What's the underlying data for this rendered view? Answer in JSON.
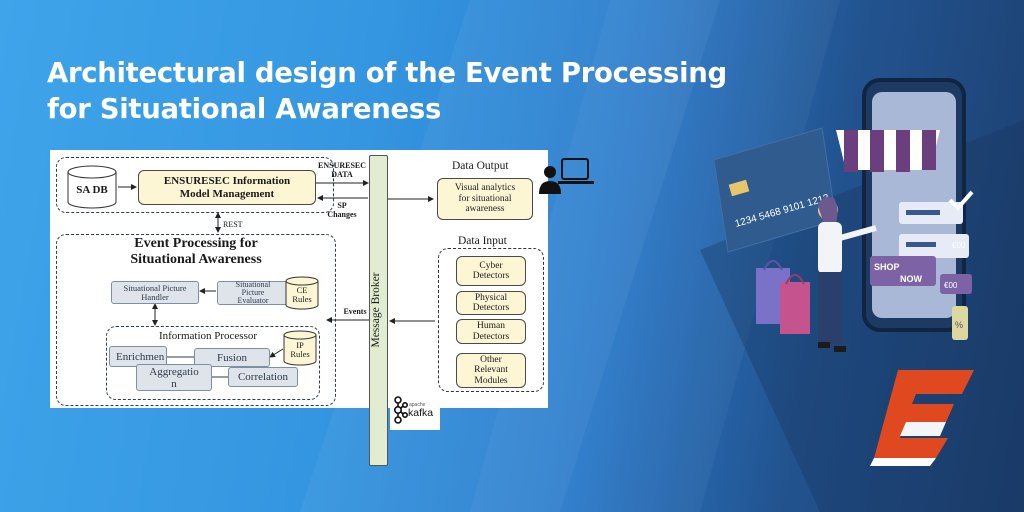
{
  "title": {
    "line1": "Architectural design of the Event Processing",
    "line2": "for Situational Awareness"
  },
  "diagram": {
    "sa_db": "SA DB",
    "info_model_line1": "ENSURESEC Information",
    "info_model_line2": "Model Management",
    "ensuresec_data_line1": "ENSURESEC",
    "ensuresec_data_line2": "DATA",
    "sp_changes_line1": "SP",
    "sp_changes_line2": "Changes",
    "rest": "REST",
    "event_processing_line1": "Event Processing for",
    "event_processing_line2": "Situational Awareness",
    "sp_handler_line1": "Situational Picture",
    "sp_handler_line2": "Handler",
    "sp_evaluator_line1": "Situational",
    "sp_evaluator_line2": "Picture",
    "sp_evaluator_line3": "Evaluator",
    "ce_rules_line1": "CE",
    "ce_rules_line2": "Rules",
    "information_processor": "Information Processor",
    "ip_rules_line1": "IP",
    "ip_rules_line2": "Rules",
    "enrichment": "Enrichmen",
    "fusion": "Fusion",
    "aggregation_line1": "Aggregatio",
    "aggregation_line2": "n",
    "correlation": "Correlation",
    "events": "Events",
    "message_broker": "Message Broker",
    "data_output": "Data Output",
    "visual_analytics_line1": "Visual analytics",
    "visual_analytics_line2": "for situational",
    "visual_analytics_line3": "awareness",
    "data_input": "Data Input",
    "cyber_line1": "Cyber",
    "cyber_line2": "Detectors",
    "physical_line1": "Physical",
    "physical_line2": "Detectors",
    "human_line1": "Human",
    "human_line2": "Detectors",
    "other_line1": "Other",
    "other_line2": "Relevant",
    "other_line3": "Modules",
    "kafka_small": "apache",
    "kafka": "kafka"
  },
  "illustration": {
    "card_number": "1234 5468 9101 1213",
    "shop_now_line1": "SHOP",
    "shop_now_line2": "NOW",
    "price1": "€00",
    "price2": "€00",
    "tag": "%"
  },
  "colors": {
    "cream": "#fcf6d5",
    "grey_box": "#dfe3ea",
    "broker": "#e1ecd0",
    "logo_orange": "#e0481f"
  }
}
